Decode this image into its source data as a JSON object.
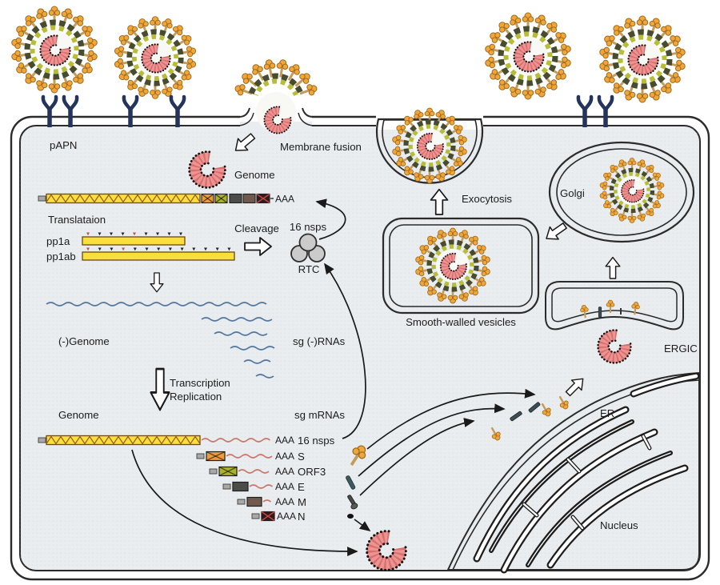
{
  "labels": {
    "papn": "pAPN",
    "membrane_fusion": "Membrane fusion",
    "genome": "Genome",
    "translation": "Translataion",
    "pp1a": "pp1a",
    "pp1ab": "pp1ab",
    "cleavage": "Cleavage",
    "nsps16": "16 nsps",
    "rtc": "RTC",
    "neg_genome": "(-)Genome",
    "sg_neg_rnas": "sg (-)RNAs",
    "transcription": "Transcription",
    "replication": "Replication",
    "sg_mrnas": "sg mRNAs",
    "aaa": "AAA",
    "exocytosis": "Exocytosis",
    "smooth_vesicles": "Smooth-walled vesicles",
    "golgi": "Golgi",
    "ergic": "ERGIC",
    "er": "ER",
    "nucleus": "Nucleus"
  },
  "mrna_rows": [
    {
      "orf": "16 nsps"
    },
    {
      "orf": "S"
    },
    {
      "orf": "ORF3"
    },
    {
      "orf": "E"
    },
    {
      "orf": "M"
    },
    {
      "orf": "N"
    }
  ],
  "colors": {
    "cytoplasm": "#e9edf0",
    "outline": "#2b2b2b",
    "spike_head": "#f2a63a",
    "spike_stalk": "#c69a58",
    "envelope_dark": "#474c31",
    "envelope_light": "#b7bd36",
    "nucleocapsid": "#ef9292",
    "genome_bar": "#f8df3e",
    "orf_s": "#ef9b3d",
    "orf_3": "#aab32e",
    "orf_e": "#4c4c49",
    "orf_m": "#71594e",
    "orf_n": "#35181b",
    "cap": "#a9a9a9",
    "neg_rna_wave": "#54779e",
    "mrna_wave": "#c97a6c",
    "rtc_fill": "#cbcbcb",
    "receptor": "#24345a"
  }
}
